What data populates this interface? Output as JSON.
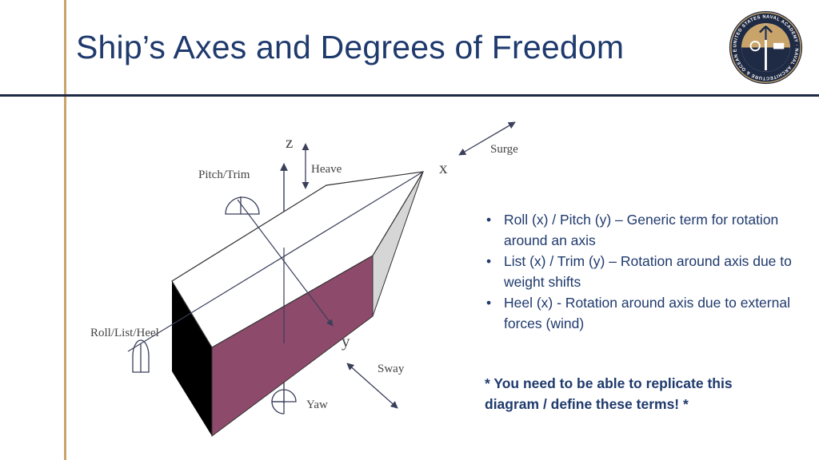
{
  "title": "Ship’s Axes and Degrees of Freedom",
  "seal": {
    "text": "UNITED STATES NAVAL ACADEMY · NAVAL ARCHITECTURE & OCEAN ENGINEERING",
    "colors": {
      "navy": "#1f2a44",
      "gold": "#c8a46a"
    }
  },
  "diagram": {
    "axes": {
      "x": "x",
      "y": "y",
      "z": "z"
    },
    "motions": {
      "surge": "Surge",
      "heave": "Heave",
      "sway": "Sway",
      "pitch_trim": "Pitch/Trim",
      "roll_list_heel": "Roll/List/Heel",
      "yaw": "Yaw"
    },
    "colors": {
      "side": "#8e4a6b",
      "stern": "#000000",
      "bow_side": "#d6d6d6",
      "deck": "#ffffff"
    }
  },
  "bullets": [
    "Roll (x) / Pitch (y) – Generic term for rotation around an axis",
    "List (x) / Trim (y) – Rotation around axis due to weight shifts",
    "Heel (x) - Rotation around axis due to external forces (wind)"
  ],
  "note": "* You need to be able to replicate this diagram / define these terms! *"
}
